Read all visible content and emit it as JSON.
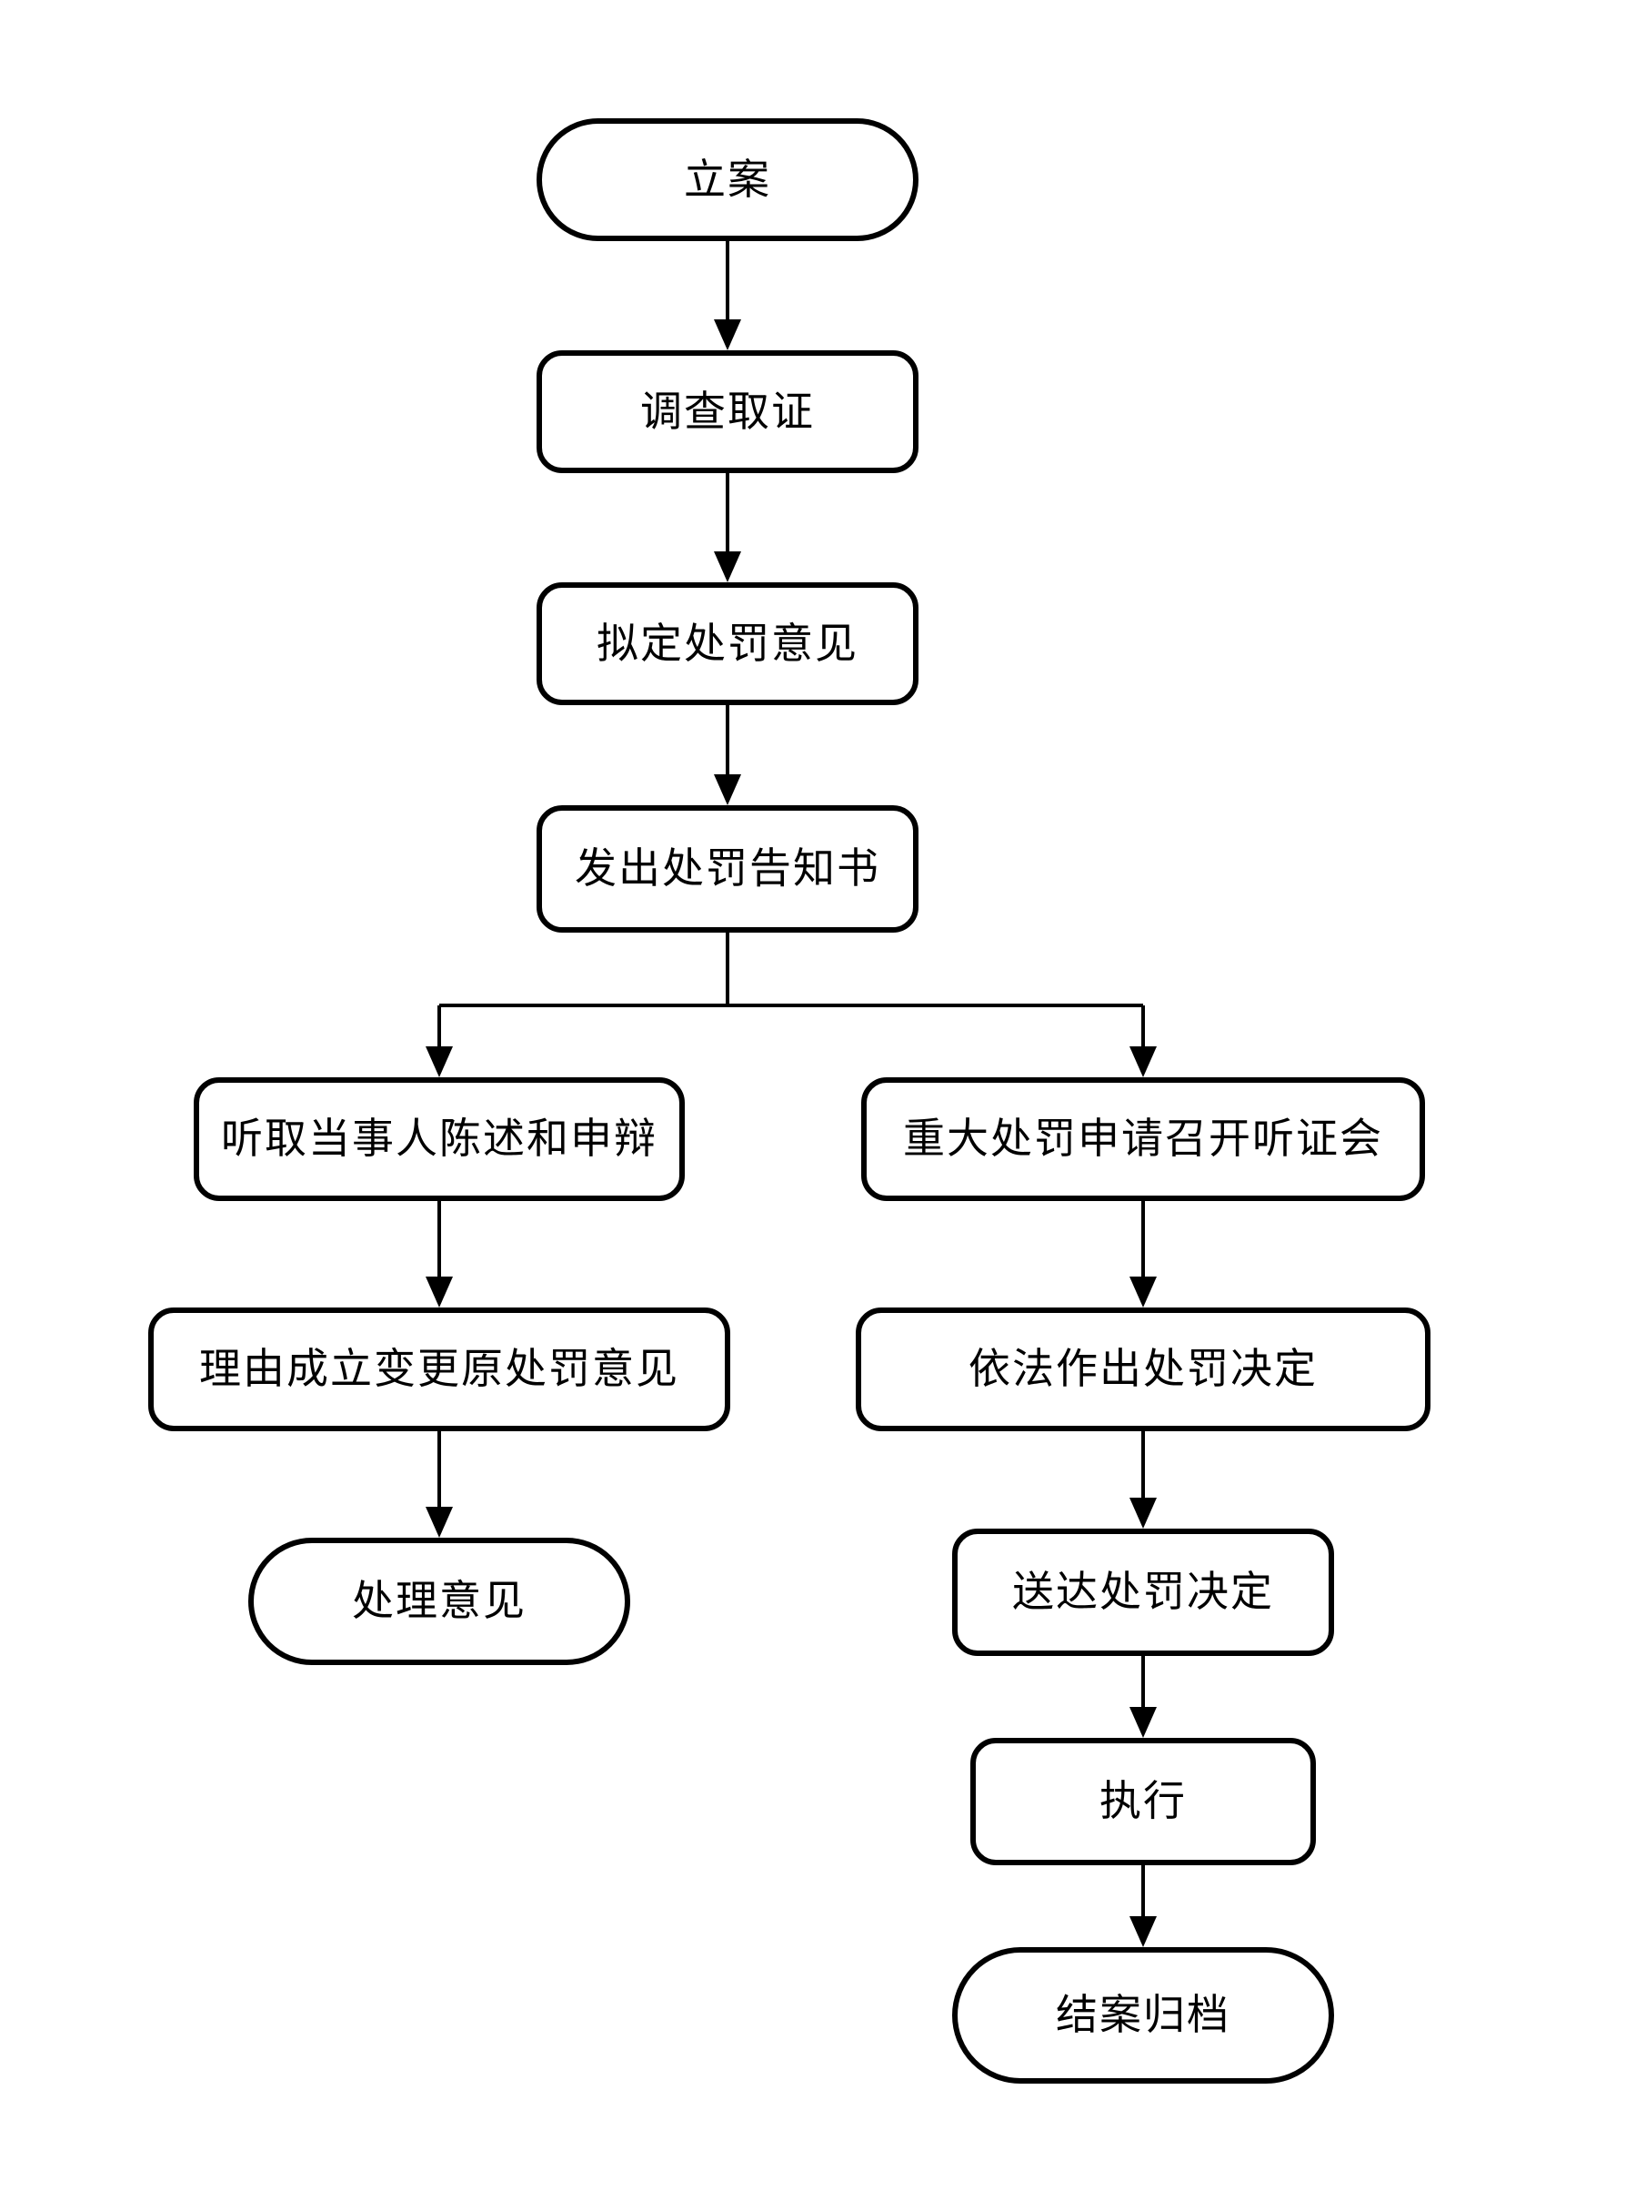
{
  "flowchart": {
    "colors": {
      "stroke": "#000000",
      "fill": "#ffffff",
      "background": "#ffffff"
    },
    "nodes": [
      {
        "id": "n1",
        "label": "立案",
        "shape": "terminator"
      },
      {
        "id": "n2",
        "label": "调查取证",
        "shape": "process"
      },
      {
        "id": "n3",
        "label": "拟定处罚意见",
        "shape": "process"
      },
      {
        "id": "n4",
        "label": "发出处罚告知书",
        "shape": "process"
      },
      {
        "id": "l1",
        "label": "听取当事人陈述和申辩",
        "shape": "process"
      },
      {
        "id": "l2",
        "label": "理由成立变更原处罚意见",
        "shape": "process"
      },
      {
        "id": "l3",
        "label": "处理意见",
        "shape": "terminator"
      },
      {
        "id": "r1",
        "label": "重大处罚申请召开听证会",
        "shape": "process"
      },
      {
        "id": "r2",
        "label": "依法作出处罚决定",
        "shape": "process"
      },
      {
        "id": "r3",
        "label": "送达处罚决定",
        "shape": "process"
      },
      {
        "id": "r4",
        "label": "执行",
        "shape": "process"
      },
      {
        "id": "r5",
        "label": "结案归档",
        "shape": "terminator"
      }
    ],
    "edges": [
      {
        "from": "立案",
        "to": "调查取证"
      },
      {
        "from": "调查取证",
        "to": "拟定处罚意见"
      },
      {
        "from": "拟定处罚意见",
        "to": "发出处罚告知书"
      },
      {
        "from": "发出处罚告知书",
        "to": "听取当事人陈述和申辩"
      },
      {
        "from": "发出处罚告知书",
        "to": "重大处罚申请召开听证会"
      },
      {
        "from": "听取当事人陈述和申辩",
        "to": "理由成立变更原处罚意见"
      },
      {
        "from": "理由成立变更原处罚意见",
        "to": "处理意见"
      },
      {
        "from": "重大处罚申请召开听证会",
        "to": "依法作出处罚决定"
      },
      {
        "from": "依法作出处罚决定",
        "to": "送达处罚决定"
      },
      {
        "from": "送达处罚决定",
        "to": "执行"
      },
      {
        "from": "执行",
        "to": "结案归档"
      }
    ]
  }
}
